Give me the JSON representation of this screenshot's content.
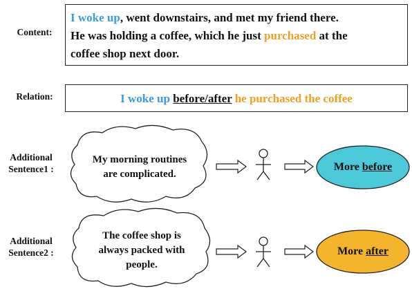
{
  "content": {
    "label": "Content:",
    "line1_highlight": "I woke up",
    "line1_rest": ", went downstairs, and met my friend there.",
    "line2_start": "He was holding a coffee, which he just ",
    "line2_highlight": "purchased",
    "line2_end": " at the",
    "line3": "coffee shop next door."
  },
  "relation": {
    "label": "Relation:",
    "event1": "I woke up",
    "connector": "before/after",
    "event2": "he purchased the coffee"
  },
  "additional1": {
    "label_line1": "Additional",
    "label_line2": "Sentence1 :",
    "cloud_line1": "My morning routines",
    "cloud_line2": "are complicated.",
    "result_prefix": "More",
    "result_keyword": "before"
  },
  "additional2": {
    "label_line1": "Additional",
    "label_line2": "Sentence2 :",
    "cloud_line1": "The coffee shop is",
    "cloud_line2": "always packed with",
    "cloud_line3": "people.",
    "result_prefix": "More",
    "result_keyword": "after"
  },
  "colors": {
    "event1_blue": "#3b9be0",
    "event2_orange": "#f0a020",
    "before_oval": "#4cc9d8",
    "after_oval": "#f4b52c"
  }
}
